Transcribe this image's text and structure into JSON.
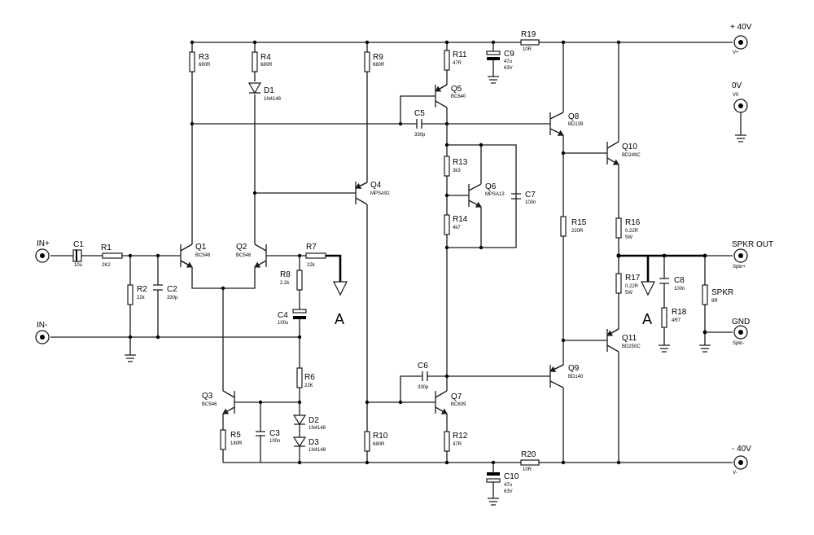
{
  "components": {
    "C1": {
      "ref": "C1",
      "value": "10u"
    },
    "R1": {
      "ref": "R1",
      "value": "2K2"
    },
    "R2": {
      "ref": "R2",
      "value": "22k"
    },
    "C2": {
      "ref": "C2",
      "value": "330p"
    },
    "Q1": {
      "ref": "Q1",
      "value": "BC546"
    },
    "Q2": {
      "ref": "Q2",
      "value": "BC546"
    },
    "R3": {
      "ref": "R3",
      "value": "680R"
    },
    "R4": {
      "ref": "R4",
      "value": "680R"
    },
    "D1": {
      "ref": "D1",
      "value": "1N4148"
    },
    "R7": {
      "ref": "R7",
      "value": "22k"
    },
    "R8": {
      "ref": "R8",
      "value": "2.2k"
    },
    "C4": {
      "ref": "C4",
      "value": "100u"
    },
    "R6": {
      "ref": "R6",
      "value": "22K"
    },
    "D2": {
      "ref": "D2",
      "value": "1N4148"
    },
    "D3": {
      "ref": "D3",
      "value": "1N4148"
    },
    "Q3": {
      "ref": "Q3",
      "value": "BC546"
    },
    "R5": {
      "ref": "R5",
      "value": "180R"
    },
    "C3": {
      "ref": "C3",
      "value": "100n"
    },
    "R9": {
      "ref": "R9",
      "value": "680R"
    },
    "Q4": {
      "ref": "Q4",
      "value": "MPSA92"
    },
    "R10": {
      "ref": "R10",
      "value": "680R"
    },
    "R11": {
      "ref": "R11",
      "value": "47R"
    },
    "Q5": {
      "ref": "Q5",
      "value": "BC640"
    },
    "C5": {
      "ref": "C5",
      "value": "330p"
    },
    "C9": {
      "ref": "C9",
      "value": "47u",
      "value2": "63V"
    },
    "R19": {
      "ref": "R19",
      "value": "10R"
    },
    "R13": {
      "ref": "R13",
      "value": "3k3"
    },
    "R14": {
      "ref": "R14",
      "value": "4k7"
    },
    "Q6": {
      "ref": "Q6",
      "value": "MPSA13"
    },
    "C7": {
      "ref": "C7",
      "value": "100n"
    },
    "C6": {
      "ref": "C6",
      "value": "330p"
    },
    "Q7": {
      "ref": "Q7",
      "value": "BC639"
    },
    "R12": {
      "ref": "R12",
      "value": "47R"
    },
    "R20": {
      "ref": "R20",
      "value": "10R"
    },
    "C10": {
      "ref": "C10",
      "value": "47u",
      "value2": "63V"
    },
    "Q8": {
      "ref": "Q8",
      "value": "BD139"
    },
    "Q9": {
      "ref": "Q9",
      "value": "BD140"
    },
    "R15": {
      "ref": "R15",
      "value": "220R"
    },
    "Q10": {
      "ref": "Q10",
      "value": "BD249C"
    },
    "Q11": {
      "ref": "Q11",
      "value": "BD250C"
    },
    "R16": {
      "ref": "R16",
      "value": "0.22R",
      "value2": "5W"
    },
    "R17": {
      "ref": "R17",
      "value": "0.22R",
      "value2": "5W"
    },
    "C8": {
      "ref": "C8",
      "value": "100n"
    },
    "R18": {
      "ref": "R18",
      "value": "4R7"
    },
    "SPKR": {
      "ref": "SPKR",
      "value": "8R"
    }
  },
  "terminals": {
    "in_plus": "IN+",
    "in_minus": "IN-",
    "v_plus": "+ 40V",
    "v_plus_sub": "V+",
    "v0": "0V",
    "v0_sub": "V0",
    "v_minus": "- 40V",
    "v_minus_sub": "V-",
    "spkr_out": "SPKR OUT",
    "spkr_out_sub": "Spkr+",
    "gnd": "GND",
    "gnd_sub": "Spkr-"
  },
  "markers": {
    "a_left": "A",
    "a_right": "A"
  }
}
